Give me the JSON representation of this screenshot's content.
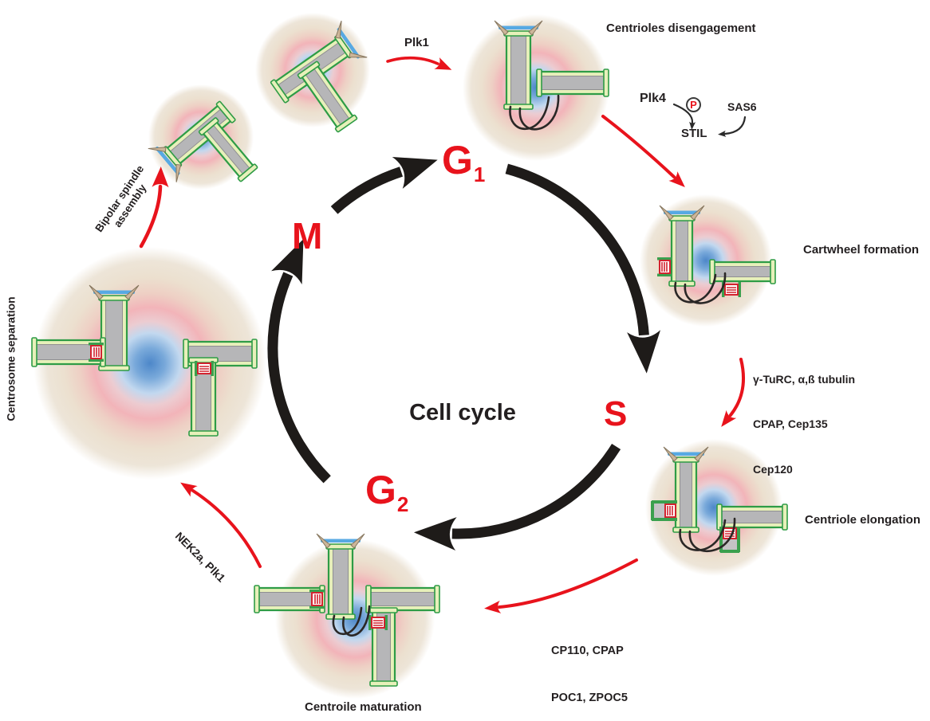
{
  "figure": {
    "center_label": "Cell cycle",
    "phases": {
      "g1": {
        "main": "G",
        "sub": "1"
      },
      "s": {
        "main": "S",
        "sub": ""
      },
      "g2": {
        "main": "G",
        "sub": "2"
      },
      "m": {
        "main": "M",
        "sub": ""
      }
    },
    "stages": {
      "disengagement": "Centrioles disengagement",
      "cartwheel": "Cartwheel formation",
      "elongation": "Centriole elongation",
      "maturation": "Centroile maturation",
      "separation": "Centrosome separation",
      "bipolar_line1": "Bipolar spindle",
      "bipolar_line2": "assembly"
    },
    "molecules": {
      "plk1_top": "Plk1",
      "plk4": "Plk4",
      "phospho": "P",
      "sas6": "SAS6",
      "stil": "STIL",
      "cartwheel_proteins": [
        "γ-TuRC, α,ß tubulin",
        "CPAP, Cep135",
        "Cep120"
      ],
      "elongation_proteins": [
        "CP110, CPAP",
        "POC1, ZPOC5"
      ],
      "maturation_proteins": "NEK2a, Plk1"
    },
    "colors": {
      "accent_red": "#e8131c",
      "arc_black": "#1e1b19"
    }
  }
}
